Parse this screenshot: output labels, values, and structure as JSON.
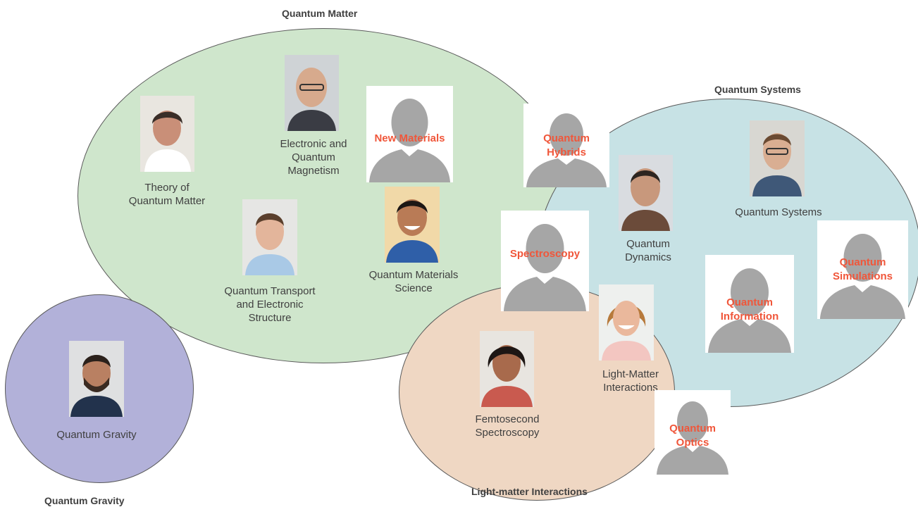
{
  "groups": {
    "quantum_matter": {
      "title": "Quantum Matter",
      "fill": "#cfe6cc"
    },
    "quantum_systems": {
      "title": "Quantum Systems",
      "fill": "#c7e2e5"
    },
    "light_matter": {
      "title": "Light-matter Interactions",
      "fill": "#efd7c3"
    },
    "quantum_gravity": {
      "title": "Quantum Gravity",
      "fill": "#b2b1d9"
    }
  },
  "people": {
    "theory": {
      "label": "Theory of\nQuantum Matter",
      "icon": "person-photo"
    },
    "electronic": {
      "label": "Electronic and\nQuantum\nMagnetism",
      "icon": "person-photo"
    },
    "transport": {
      "label": "Quantum Transport\nand Electronic\nStructure",
      "icon": "person-photo"
    },
    "materials_science": {
      "label": "Quantum Materials\nScience",
      "icon": "person-photo"
    },
    "dynamics": {
      "label": "Quantum\nDynamics",
      "icon": "person-photo"
    },
    "systems": {
      "label": "Quantum Systems",
      "icon": "person-photo"
    },
    "light_matter": {
      "label": "Light-Matter\nInteractions",
      "icon": "person-photo"
    },
    "femtosecond": {
      "label": "Femtosecond\nSpectroscopy",
      "icon": "person-photo"
    },
    "gravity": {
      "label": "Quantum Gravity",
      "icon": "person-photo"
    }
  },
  "open_positions": {
    "new_materials": {
      "title": "New Materials",
      "icon": "person-silhouette-icon"
    },
    "hybrids": {
      "title": "Quantum\nHybrids",
      "icon": "person-silhouette-icon"
    },
    "spectroscopy": {
      "title": "Spectroscopy",
      "icon": "person-silhouette-icon"
    },
    "simulations": {
      "title": "Quantum\nSimulations",
      "icon": "person-silhouette-icon"
    },
    "information": {
      "title": "Quantum\nInformation",
      "icon": "person-silhouette-icon"
    },
    "optics": {
      "title": "Quantum\nOptics",
      "icon": "person-silhouette-icon"
    }
  },
  "colors": {
    "open_title": "#f0563a",
    "silhouette": "#a6a6a6",
    "text": "#404040"
  }
}
